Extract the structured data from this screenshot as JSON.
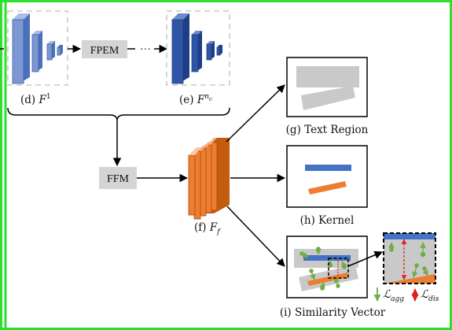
{
  "frame_color": "#2ee02e",
  "modules": {
    "fpem": "FPEM",
    "ffm": "FFM",
    "ellipsis": "···"
  },
  "labels": {
    "d_prefix": "(d) ",
    "d_sym": "F",
    "d_sup": "1",
    "e_prefix": "(e) ",
    "e_sym": "F",
    "e_sup": "n",
    "e_subsup": "c",
    "f_prefix": "(f) ",
    "f_sym": "F",
    "f_sub": "f",
    "g": "(g) Text Region",
    "h": "(h) Kernel",
    "i": "(i) Similarity Vector"
  },
  "loss": {
    "agg_sym": "ℒ",
    "agg_sub": "agg",
    "dis_sym": "ℒ",
    "dis_sub": "dis"
  },
  "colors": {
    "pyramid_light": "#7b98d2",
    "pyramid_dark": "#2f55a4",
    "fused": "#e8792b",
    "kernel_blue": "#4472c4",
    "kernel_orange": "#ed7d31",
    "region_gray": "#c9c9c9",
    "vector_green": "#70ad47",
    "dis_red": "#e02020"
  }
}
